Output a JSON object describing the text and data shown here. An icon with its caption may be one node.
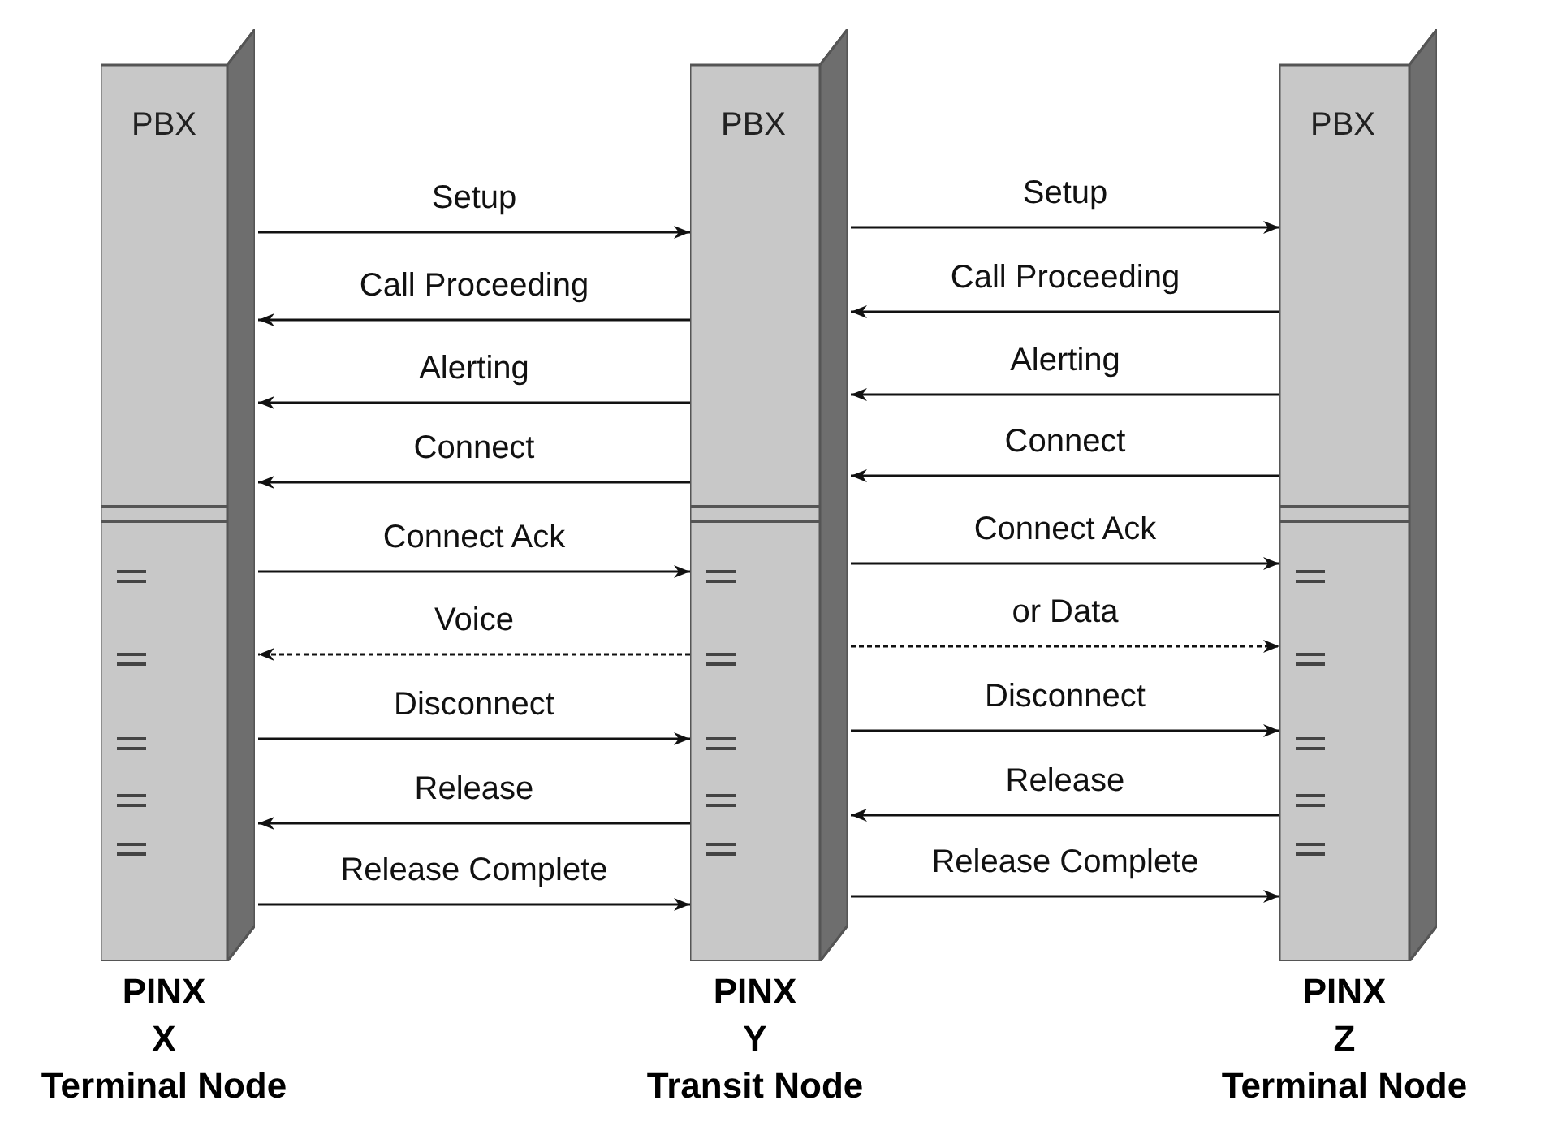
{
  "diagram": {
    "nodes": [
      {
        "text": [
          "PBX"
        ],
        "beside": [
          "PINX",
          "X",
          "Terminal Node"
        ]
      },
      {
        "text": [
          "PBX"
        ],
        "beside": [
          "PINX",
          "Y",
          "Transit Node"
        ]
      },
      {
        "text": [
          "PBX"
        ],
        "beside": [
          "PINX",
          "Z",
          "Terminal Node"
        ]
      }
    ],
    "edges": [
      {
        "from": 0,
        "to": 1,
        "arrow": "to",
        "label": "Setup"
      },
      {
        "from": 1,
        "to": 2,
        "arrow": "to",
        "label": "Setup"
      },
      {
        "from": 1,
        "to": 0,
        "arrow": "to",
        "label": "Call Proceeding"
      },
      {
        "from": 2,
        "to": 1,
        "arrow": "to",
        "label": "Call Proceeding"
      },
      {
        "from": 1,
        "to": 0,
        "arrow": "to",
        "label": "Alerting"
      },
      {
        "from": 2,
        "to": 1,
        "arrow": "to",
        "label": "Alerting"
      },
      {
        "from": 1,
        "to": 0,
        "arrow": "to",
        "label": "Connect"
      },
      {
        "from": 2,
        "to": 1,
        "arrow": "to",
        "label": "Connect"
      },
      {
        "from": 0,
        "to": 1,
        "arrow": "to",
        "label": "Connect Ack"
      },
      {
        "from": 1,
        "to": 2,
        "arrow": "to",
        "label": "Connect Ack"
      },
      {
        "from": 1,
        "to": 0,
        "arrow": "to",
        "label": "Voice",
        "style": "dashed"
      },
      {
        "from": 1,
        "to": 2,
        "arrow": "to",
        "label": "or Data",
        "style": "dashed"
      },
      {
        "from": 0,
        "to": 1,
        "arrow": "to",
        "label": "Disconnect"
      },
      {
        "from": 1,
        "to": 2,
        "arrow": "to",
        "label": "Disconnect"
      },
      {
        "from": 1,
        "to": 0,
        "arrow": "to",
        "label": "Release"
      },
      {
        "from": 2,
        "to": 1,
        "arrow": "to",
        "label": "Release"
      },
      {
        "from": 0,
        "to": 1,
        "arrow": "to",
        "label": "Release Complete"
      },
      {
        "from": 1,
        "to": 2,
        "arrow": "to",
        "label": "Release Complete"
      }
    ]
  }
}
